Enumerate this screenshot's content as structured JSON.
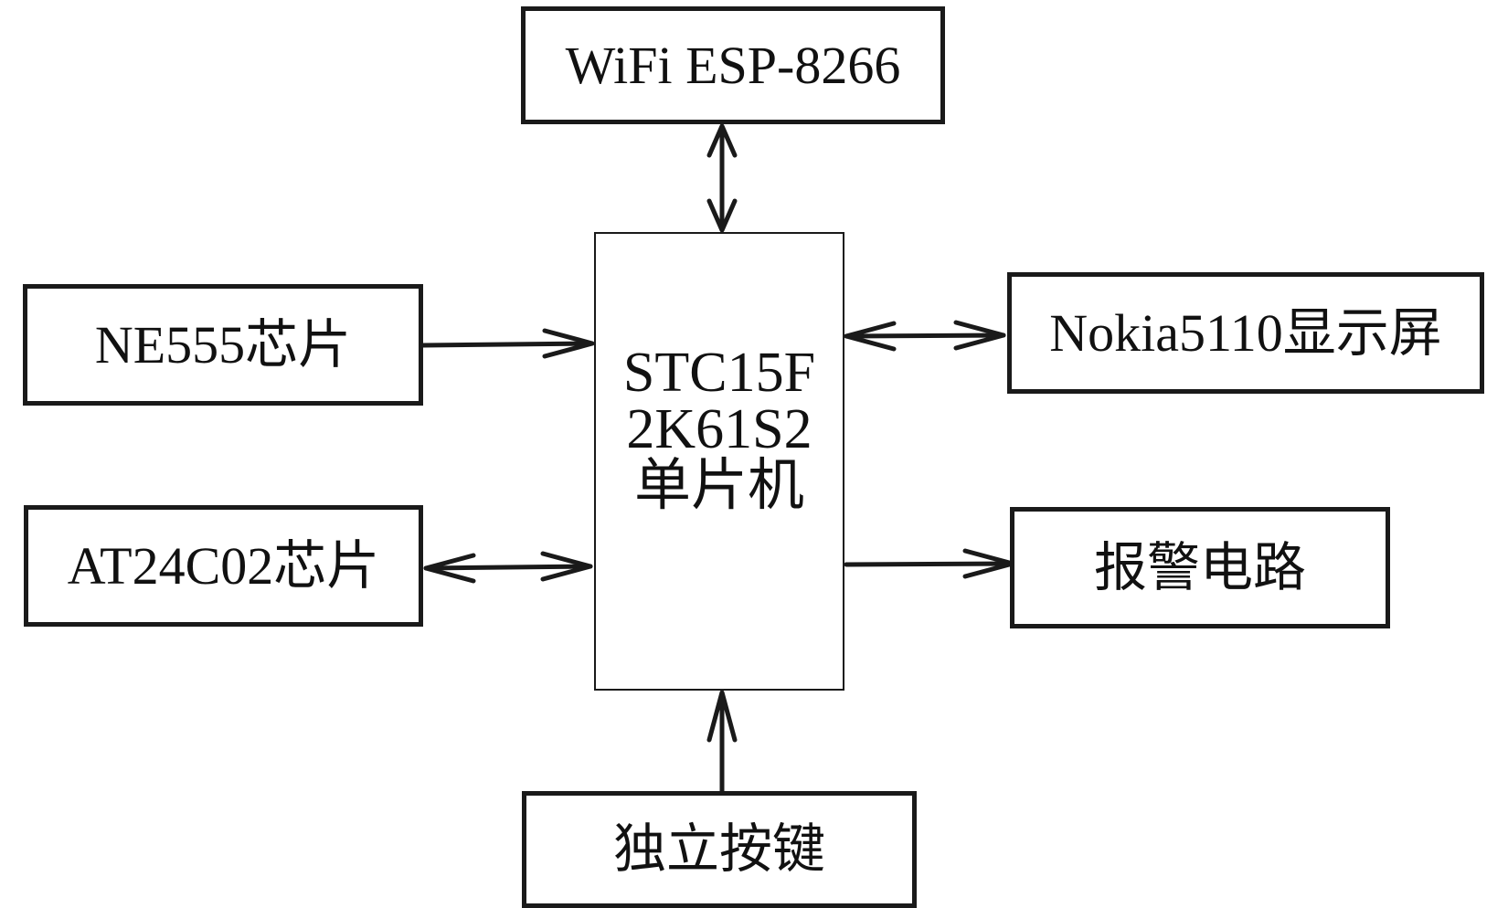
{
  "mcu": {
    "line1": "STC15F",
    "line2": "2K61S2",
    "line3": "单片机"
  },
  "blocks": {
    "wifi": "WiFi ESP-8266",
    "ne555": "NE555芯片",
    "at24c02": "AT24C02芯片",
    "nokia": "Nokia5110显示屏",
    "alarm": "报警电路",
    "keys": "独立按键"
  },
  "colors": {
    "stroke": "#1a1a1a",
    "background": "#ffffff"
  }
}
